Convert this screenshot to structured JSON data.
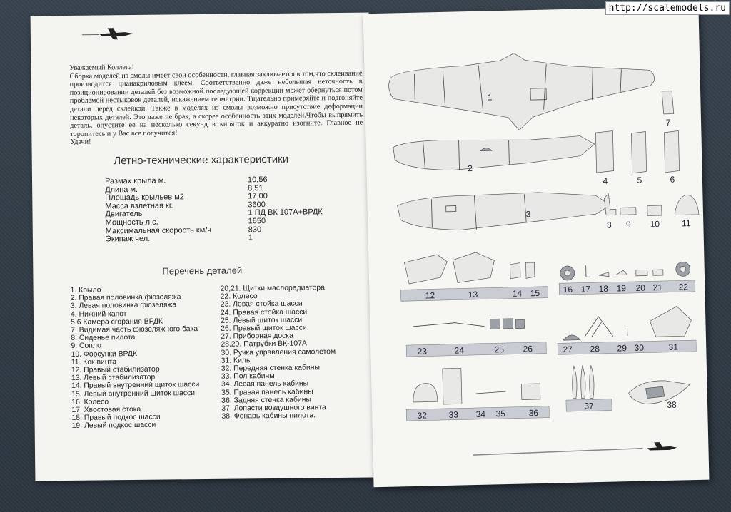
{
  "watermark": "http://scalemodels.ru",
  "intro": {
    "greeting": "Уважаемый Коллега!",
    "body": "Сборка моделей из смолы имеет свои особенности, главная заключается в том,что склеивание производится цианакриловым клеем. Соответственно даже небольшая неточность в позиционировании деталей без возможной последующей коррекции может обернуться потом проблемой нестыковок деталей, искажением геометрии. Тщательно примеряйте и подгоняйте детали перед склейкой. Также в моделях из смолы возможно присутствие деформации некоторых деталей. Это даже не брак, а скорее особенность этих моделей.Чтобы выпрямить деталь, опустите ее на несколько секунд в кипяток и аккуратно изогните. Главное не торопитесь и у Вас все получится!",
    "closing": "Удачи!"
  },
  "specs": {
    "title": "Летно-технические характеристики",
    "rows": [
      {
        "label": "Размах крыла м.",
        "value": "10,56"
      },
      {
        "label": "Длина м.",
        "value": "8,51"
      },
      {
        "label": "Площадь крыльев м2",
        "value": "17,00"
      },
      {
        "label": "Масса взлетная кг.",
        "value": "3600"
      },
      {
        "label": "Двигатель",
        "value": "1 ПД ВК 107А+ВРДК"
      },
      {
        "label": "Мощность л.с.",
        "value": "1650"
      },
      {
        "label": "Максимальная скорость км/ч",
        "value": "830"
      },
      {
        "label": "Экипаж чел.",
        "value": "1"
      }
    ]
  },
  "parts": {
    "title": "Перечень деталей",
    "col1": [
      "1. Крыло",
      "2. Правая половинка фюзеляжа",
      "3. Левая половинка фюзеляжа",
      "4. Нижний капот",
      "5,6 Камера сгорания ВРДК",
      "7. Видимая часть фюзеляжного бака",
      "8. Сиденье пилота",
      "9. Сопло",
      "10. Форсунки ВРДК",
      "11. Кок винта",
      "12. Правый стабилизатор",
      "13. Левый стабилизатор",
      "14. Правый внутренний щиток шасси",
      "15. Левый внутренний щиток шасси",
      "16. Колесо",
      "17. Хвостовая стока",
      "18. Правый подкос шасси",
      "19. Левый подкос шасси"
    ],
    "col2": [
      "20,21. Щитки маслорадиатора",
      "22. Колесо",
      "23. Левая стойка шасси",
      "24. Правая стойка шасси",
      "25. Левый щиток шасси",
      "26. Правый щиток шасси",
      "27. Приборная доска",
      "28,29. Патрубки ВК-107А",
      "30. Ручка управления самолетом",
      "31. Киль",
      "32. Передняя стенка кабины",
      "33. Пол кабины",
      "34. Левая панель кабины",
      "35. Правая панель кабины",
      "36. Задняя стенка кабины",
      "37. Лопасти воздушного винта",
      "38. Фонарь кабины пилота."
    ]
  },
  "drawing_labels": {
    "n1": "1",
    "n2": "2",
    "n3": "3",
    "n4": "4",
    "n5": "5",
    "n6": "6",
    "n7": "7",
    "n8": "8",
    "n9": "9",
    "n10": "10",
    "n11": "11",
    "n12": "12",
    "n13": "13",
    "n14": "14",
    "n15": "15",
    "n16": "16",
    "n17": "17",
    "n18": "18",
    "n19": "19",
    "n20": "20",
    "n21": "21",
    "n22": "22",
    "n23": "23",
    "n24": "24",
    "n25": "25",
    "n26": "26",
    "n27": "27",
    "n28": "28",
    "n29": "29",
    "n30": "30",
    "n31": "31",
    "n32": "32",
    "n33": "33",
    "n34": "34",
    "n35": "35",
    "n36": "36",
    "n37": "37",
    "n38": "38"
  }
}
